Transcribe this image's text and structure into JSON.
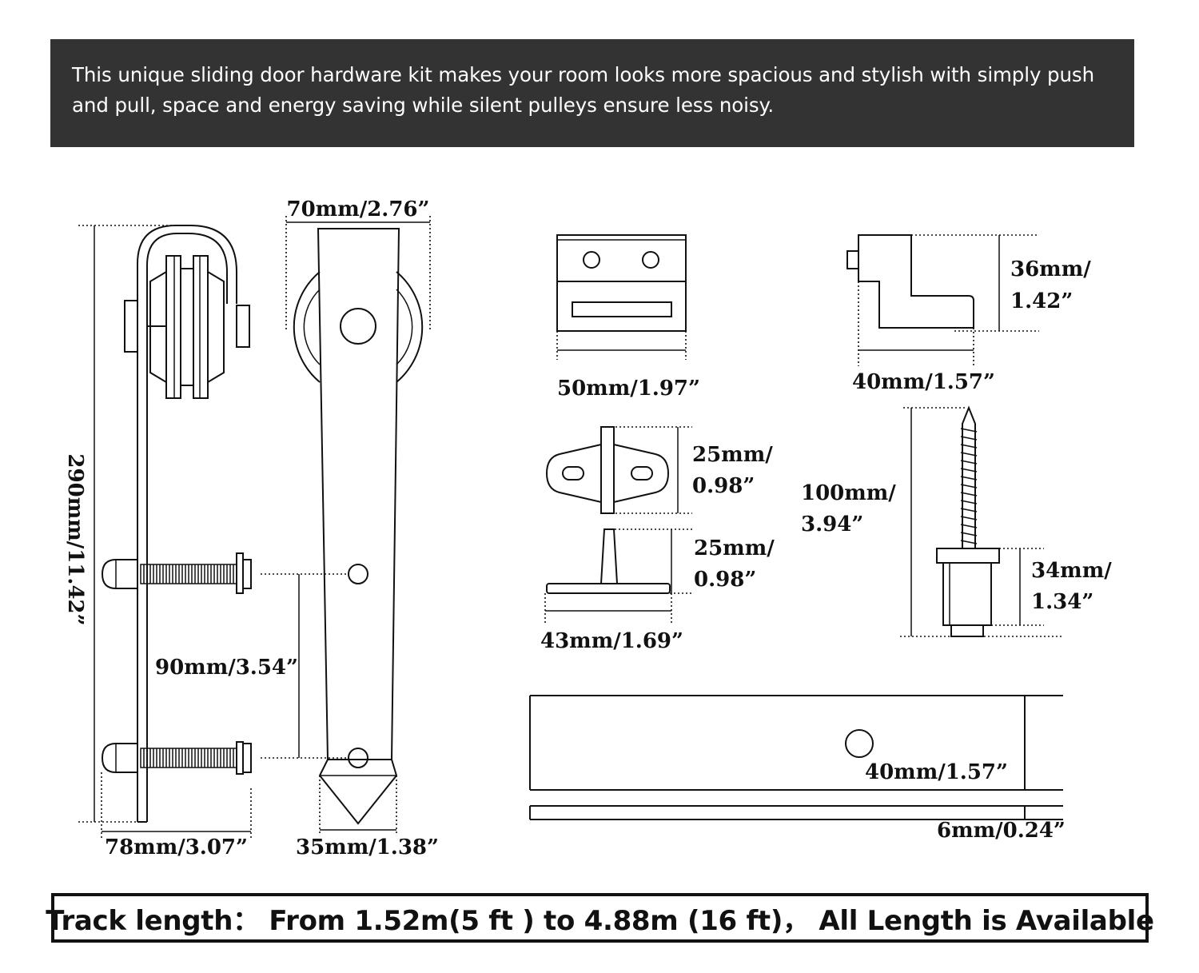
{
  "header": {
    "text": "This unique sliding door hardware kit makes your room looks more spacious and stylish with simply push and pull, space and energy saving while silent pulleys ensure less noisy."
  },
  "dimensions": {
    "hanger_height": "290mm/11.42”",
    "hanger_width": "70mm/2.76”",
    "bolt_spacing": "90mm/3.54”",
    "hanger_depth": "78mm/3.07”",
    "hanger_tip": "35mm/1.38”",
    "stopper_width": "50mm/1.97”",
    "anti_jump_height_1": "36mm/",
    "anti_jump_height_2": "1.42”",
    "anti_jump_width": "40mm/1.57”",
    "spacer_height_1": "25mm/",
    "spacer_height_2": "0.98”",
    "guide_height_1": "25mm/",
    "guide_height_2": "0.98”",
    "guide_width": "43mm/1.69”",
    "lag_length_1": "100mm/",
    "lag_length_2": "3.94”",
    "lag_spacer_1": "34mm/",
    "lag_spacer_2": "1.34”",
    "track_height": "40mm/1.57”",
    "track_thickness": "6mm/0.24”"
  },
  "footer": {
    "text": "Track length： From 1.52m(5 ft ) to 4.88m (16 ft)， All Length is Available"
  },
  "colors": {
    "banner": "#333333",
    "ink": "#111111"
  }
}
